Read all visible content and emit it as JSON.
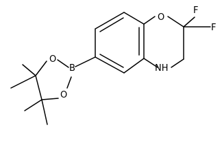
{
  "colors": {
    "bond": "#000000",
    "background": "#ffffff"
  },
  "atoms": {
    "oxygen_ring": "O",
    "fluorine_1": "F",
    "fluorine_2": "F",
    "nh": "NH",
    "boron": "B",
    "oxygen_upper": "O",
    "oxygen_lower": "O"
  }
}
